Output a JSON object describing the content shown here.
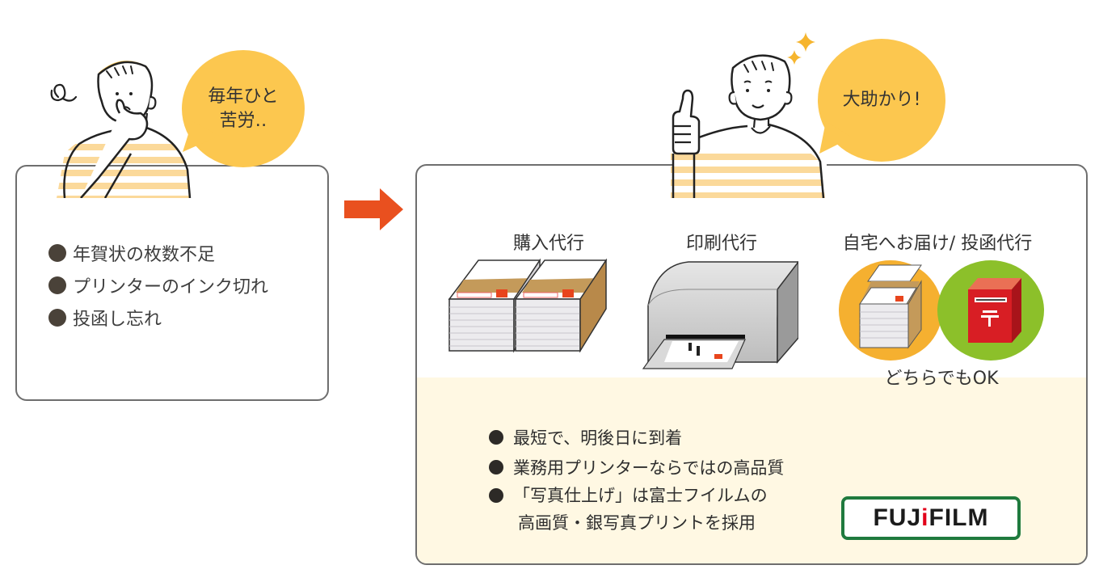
{
  "before": {
    "bubble_text_line1": "毎年ひと",
    "bubble_text_line2": "苦労‥",
    "problems": [
      "年賀状の枚数不足",
      "プリンターのインク切れ",
      "投函し忘れ"
    ],
    "person_icon": "worried-person-illustration"
  },
  "arrow_icon": "right-arrow",
  "after": {
    "bubble_text": "大助かり!",
    "person_icon": "thumbs-up-person-illustration",
    "services": [
      {
        "label": "購入代行",
        "icon": "postcard-stacks"
      },
      {
        "label": "印刷代行",
        "icon": "printer"
      },
      {
        "label": "自宅へお届け/ 投函代行",
        "icon": "delivery-and-postbox"
      }
    ],
    "either_ok": "どちらでもOK",
    "benefits": [
      "最短で、明後日に到着",
      "業務用プリンターならではの高品質"
    ],
    "benefit_multi_line1": "「写真仕上げ」は富士フイルムの",
    "benefit_multi_line2": "高画質・銀写真プリントを採用",
    "logo": {
      "part1": "FUJ",
      "part2": "i",
      "part3": "FILM"
    }
  },
  "colors": {
    "bubble": "#fcc74f",
    "arrow": "#e9501f",
    "lower_panel": "#fff8e3",
    "logo_border": "#1f7a3e",
    "stripe": "#fbd99a",
    "postbox": "#d81e24",
    "circle_orange": "#f5b030",
    "circle_green": "#8cc02a"
  }
}
